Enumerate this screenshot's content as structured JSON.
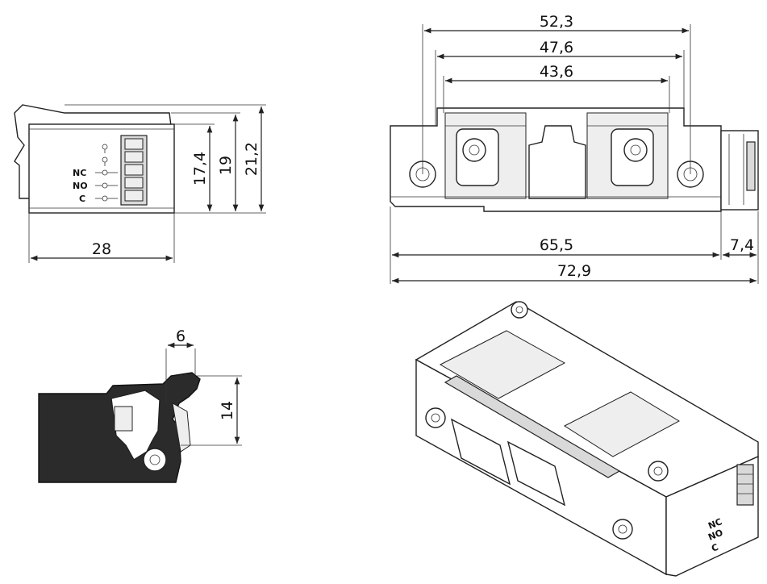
{
  "dimensions": {
    "side_view": {
      "width": "28",
      "height_inner": "17,4",
      "height_mid": "19",
      "height_outer": "21,2"
    },
    "front_view": {
      "top_outer": "52,3",
      "top_mid": "47,6",
      "top_inner": "43,6",
      "body_length": "65,5",
      "end_cap": "7,4",
      "total_length": "72,9"
    },
    "section_view": {
      "width": "6",
      "height": "14"
    }
  },
  "terminal_labels": {
    "side": [
      "NC",
      "NO",
      "C"
    ],
    "iso": [
      "NC",
      "NO",
      "C"
    ]
  },
  "colors": {
    "line": "#222222",
    "section_fill": "#2b2b2b",
    "light_fill": "#d9d9d9",
    "background": "#ffffff"
  }
}
